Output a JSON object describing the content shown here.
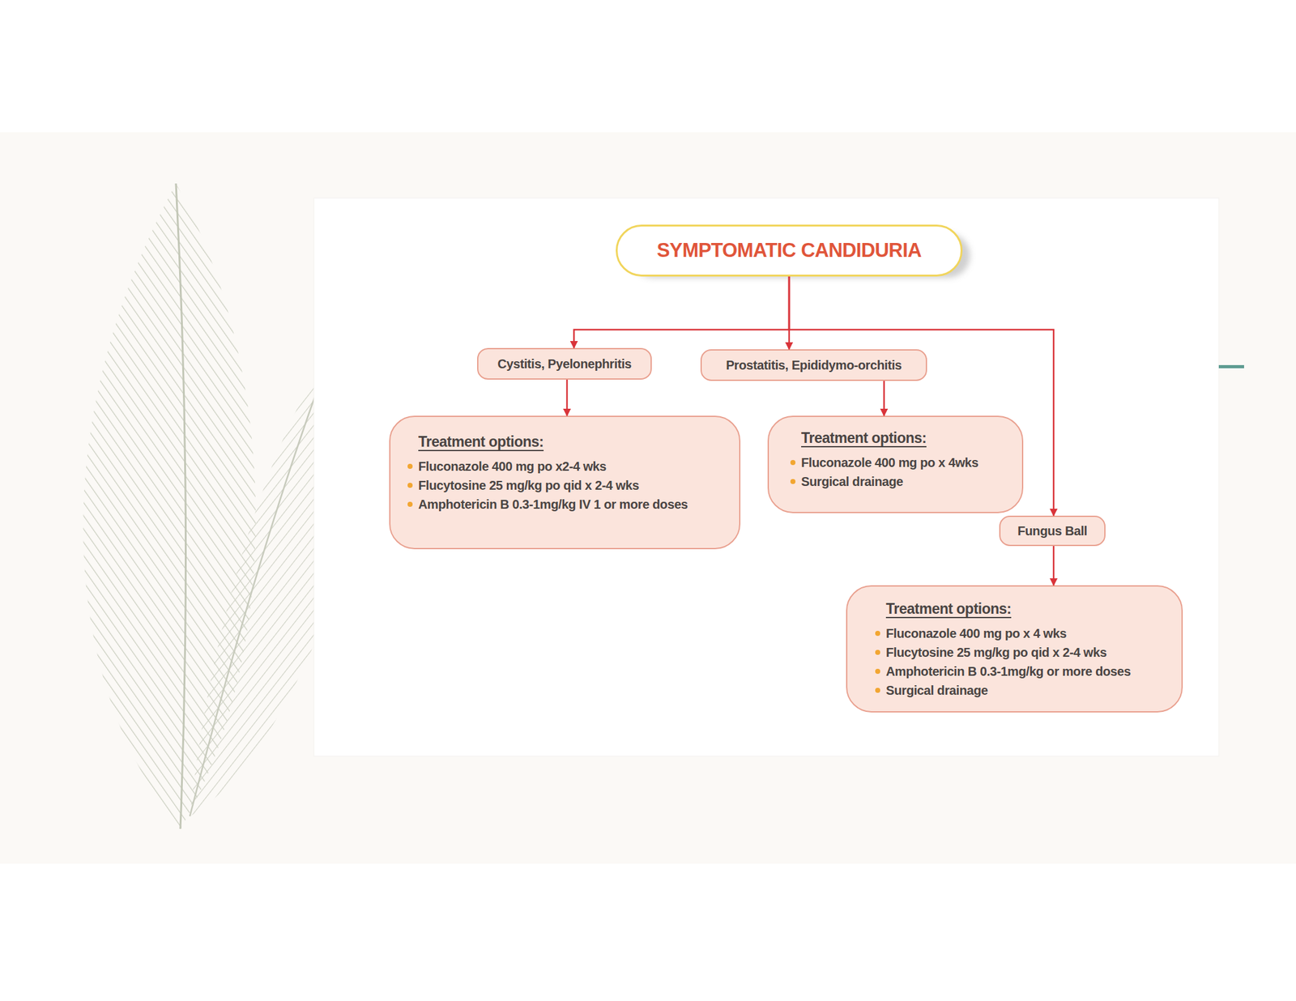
{
  "diagram": {
    "nodes": [
      {
        "text": [
          "SYMPTOMATIC CANDIDURIA"
        ]
      },
      {
        "text": [
          "Cystitis, Pyelonephritis"
        ]
      },
      {
        "text": [
          "Prostatitis, Epididymo-orchitis"
        ]
      },
      {
        "text": [
          "Treatment options:",
          "Fluconazole 400 mg po x2-4 wks",
          "Flucytosine 25 mg/kg po qid x 2-4 wks",
          "Amphotericin B 0.3-1mg/kg IV 1 or more doses"
        ]
      },
      {
        "text": [
          "Treatment options:",
          "Fluconazole 400 mg po x 4wks",
          "Surgical drainage"
        ]
      },
      {
        "text": [
          "Fungus Ball"
        ]
      },
      {
        "text": [
          "Treatment options:",
          "Fluconazole 400 mg po x 4 wks",
          "Flucytosine 25 mg/kg po qid x 2-4 wks",
          "Amphotericin B 0.3-1mg/kg or more doses",
          "Surgical drainage"
        ]
      }
    ],
    "edges": [
      {
        "from": 0,
        "to": 1,
        "arrow": "to"
      },
      {
        "from": 0,
        "to": 2,
        "arrow": "to"
      },
      {
        "from": 0,
        "to": 5,
        "arrow": "to"
      },
      {
        "from": 1,
        "to": 3,
        "arrow": "to"
      },
      {
        "from": 2,
        "to": 4,
        "arrow": "to"
      },
      {
        "from": 5,
        "to": 6,
        "arrow": "to"
      }
    ]
  }
}
